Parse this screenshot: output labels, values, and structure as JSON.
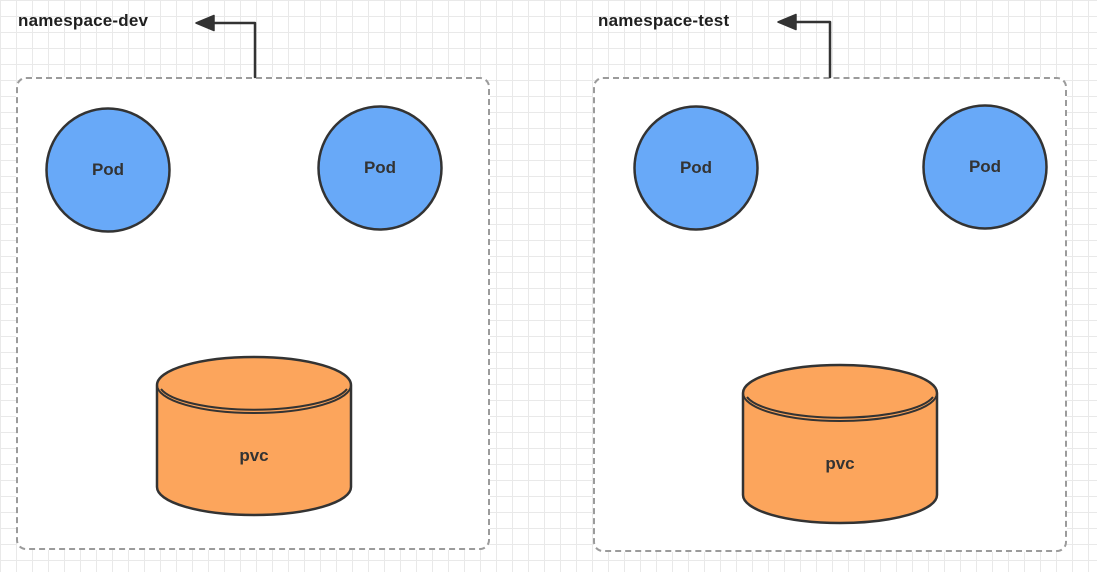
{
  "colors": {
    "pod_fill": "#68A9F8",
    "pvc_fill": "#FCA55C",
    "shape_stroke": "#333333",
    "boundary_border": "#9B9B9B",
    "arrow": "#333333",
    "grid_line": "#E9E9E9"
  },
  "diagram": {
    "namespaces": [
      {
        "label": "namespace-dev",
        "pods": [
          "Pod",
          "Pod"
        ],
        "pvc_label": "pvc"
      },
      {
        "label": "namespace-test",
        "pods": [
          "Pod",
          "Pod"
        ],
        "pvc_label": "pvc"
      }
    ]
  }
}
